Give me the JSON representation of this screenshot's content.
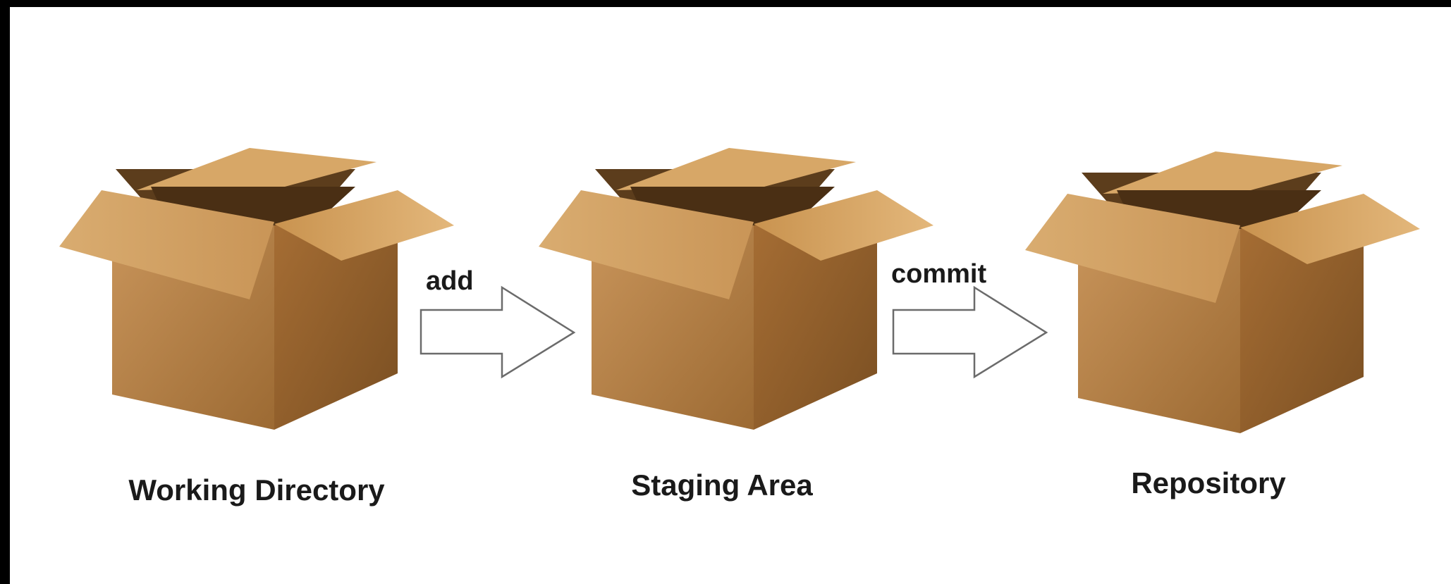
{
  "diagram": {
    "stages": [
      {
        "label": "Working Directory",
        "icon": "open-cardboard-box-icon"
      },
      {
        "label": "Staging Area",
        "icon": "open-cardboard-box-icon"
      },
      {
        "label": "Repository",
        "icon": "open-cardboard-box-icon"
      }
    ],
    "transitions": [
      {
        "label": "add",
        "icon": "right-arrow-icon"
      },
      {
        "label": "commit",
        "icon": "right-arrow-icon"
      }
    ],
    "colors": {
      "background": "#ffffff",
      "frame": "#000000",
      "box_front": "#b98645",
      "box_side": "#a06a31",
      "box_flap": "#e0b47a",
      "box_inside": "#5c3d1c",
      "arrow_fill": "#ffffff",
      "arrow_stroke": "#6b6b6b"
    }
  }
}
